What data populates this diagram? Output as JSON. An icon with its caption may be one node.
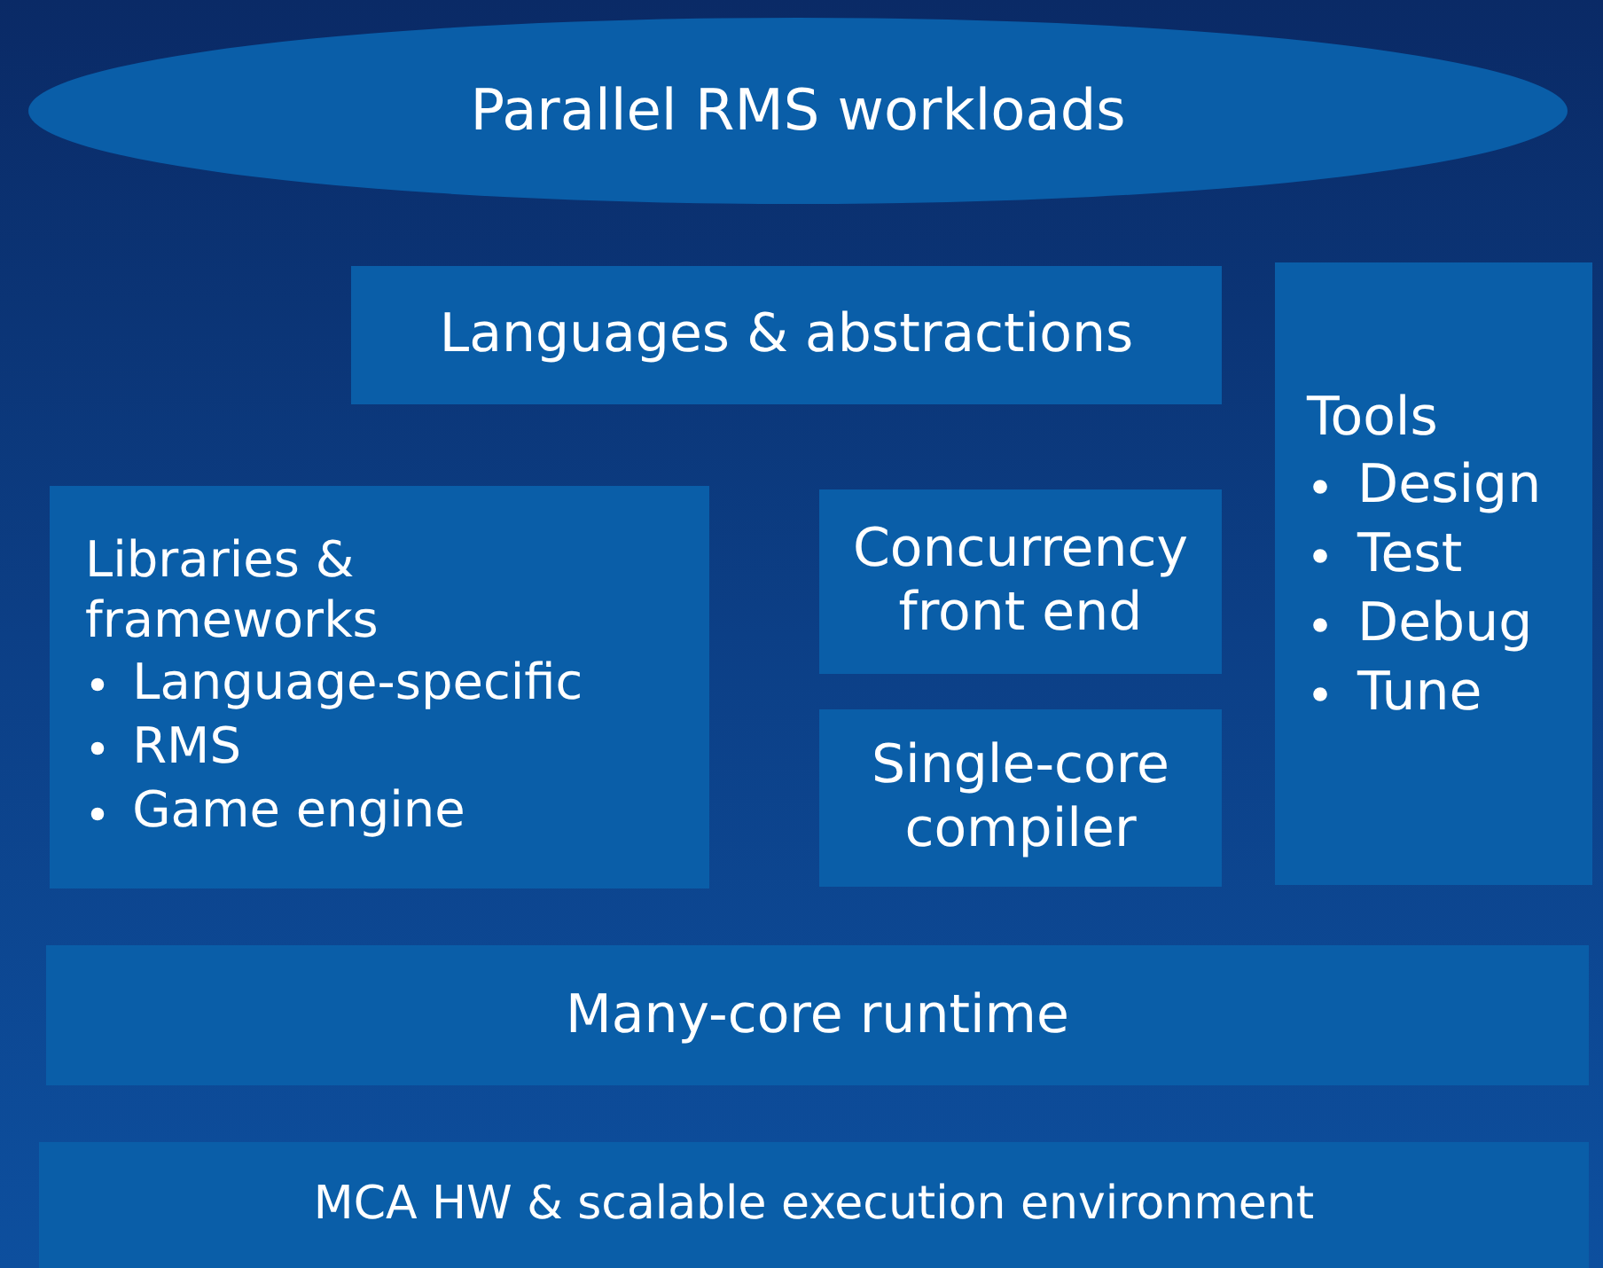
{
  "diagram": {
    "nodes": [
      {
        "text": [
          "Parallel RMS workloads"
        ]
      },
      {
        "text": [
          "Languages & abstractions"
        ]
      },
      {
        "text": [
          "Tools",
          "Design",
          "Test",
          "Debug",
          "Tune"
        ]
      },
      {
        "text": [
          "Libraries & frameworks",
          "Language-specific",
          "RMS",
          "Game engine"
        ]
      },
      {
        "text": [
          "Concurrency front end"
        ]
      },
      {
        "text": [
          "Single-core compiler"
        ]
      },
      {
        "text": [
          "Many-core runtime"
        ]
      },
      {
        "text": [
          "MCA HW & scalable execution environment"
        ]
      }
    ]
  }
}
